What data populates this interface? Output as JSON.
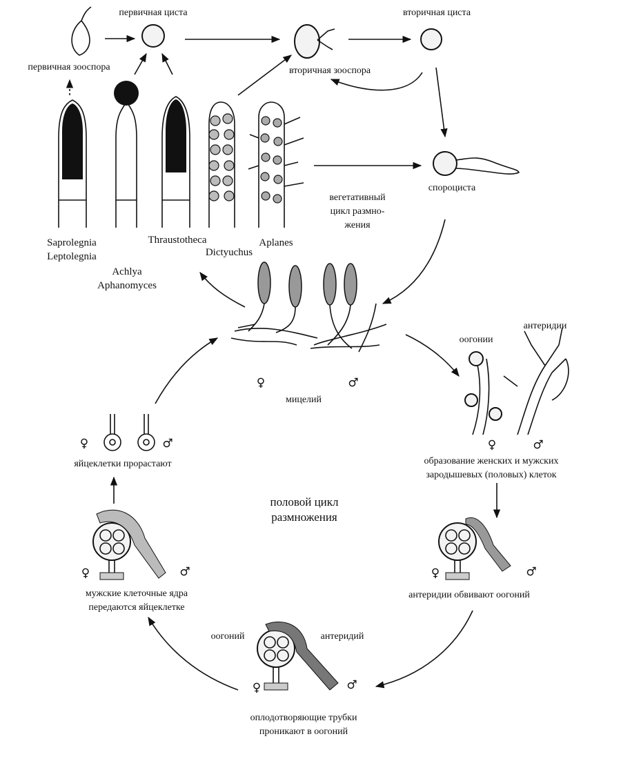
{
  "labels": {
    "primary_cyst": "первичная циста",
    "secondary_cyst": "вторичная циста",
    "primary_zoospore": "первичная зооспора",
    "secondary_zoospore": "вторичная зооспора",
    "sporocyst": "спороциста",
    "vegetative_cycle": [
      "вегетативный",
      "цикл размно-",
      "жения"
    ],
    "mycelium": "мицелий",
    "oogonia": "оогонии",
    "antheridia": "антеридии",
    "formation": [
      "образование женских и мужских",
      "зародышевых (половых) клеток"
    ],
    "eggs_germinate": "яйцеклетки прорастают",
    "sexual_cycle": [
      "половой цикл",
      "размножения"
    ],
    "male_nuclei": [
      "мужские клеточные ядра",
      "передаются яйцеклетке"
    ],
    "antheridia_wrap": "антеридии обвивают оогоний",
    "oogonium": "оогоний",
    "antheridium": "антеридий",
    "fertilization_tubes": [
      "оплодотворяющие трубки",
      "проникают в оогоний"
    ]
  },
  "genera": {
    "saprolegnia": "Saprolegnia",
    "leptolegnia": "Leptolegnia",
    "thraustotheca": "Thraustotheca",
    "dictyuchus": "Dictyuchus",
    "aplanes": "Aplanes",
    "achlya": "Achlya",
    "aphanomyces": "Aphanomyces"
  },
  "symbols": {
    "female": "♀",
    "male": "♂"
  }
}
